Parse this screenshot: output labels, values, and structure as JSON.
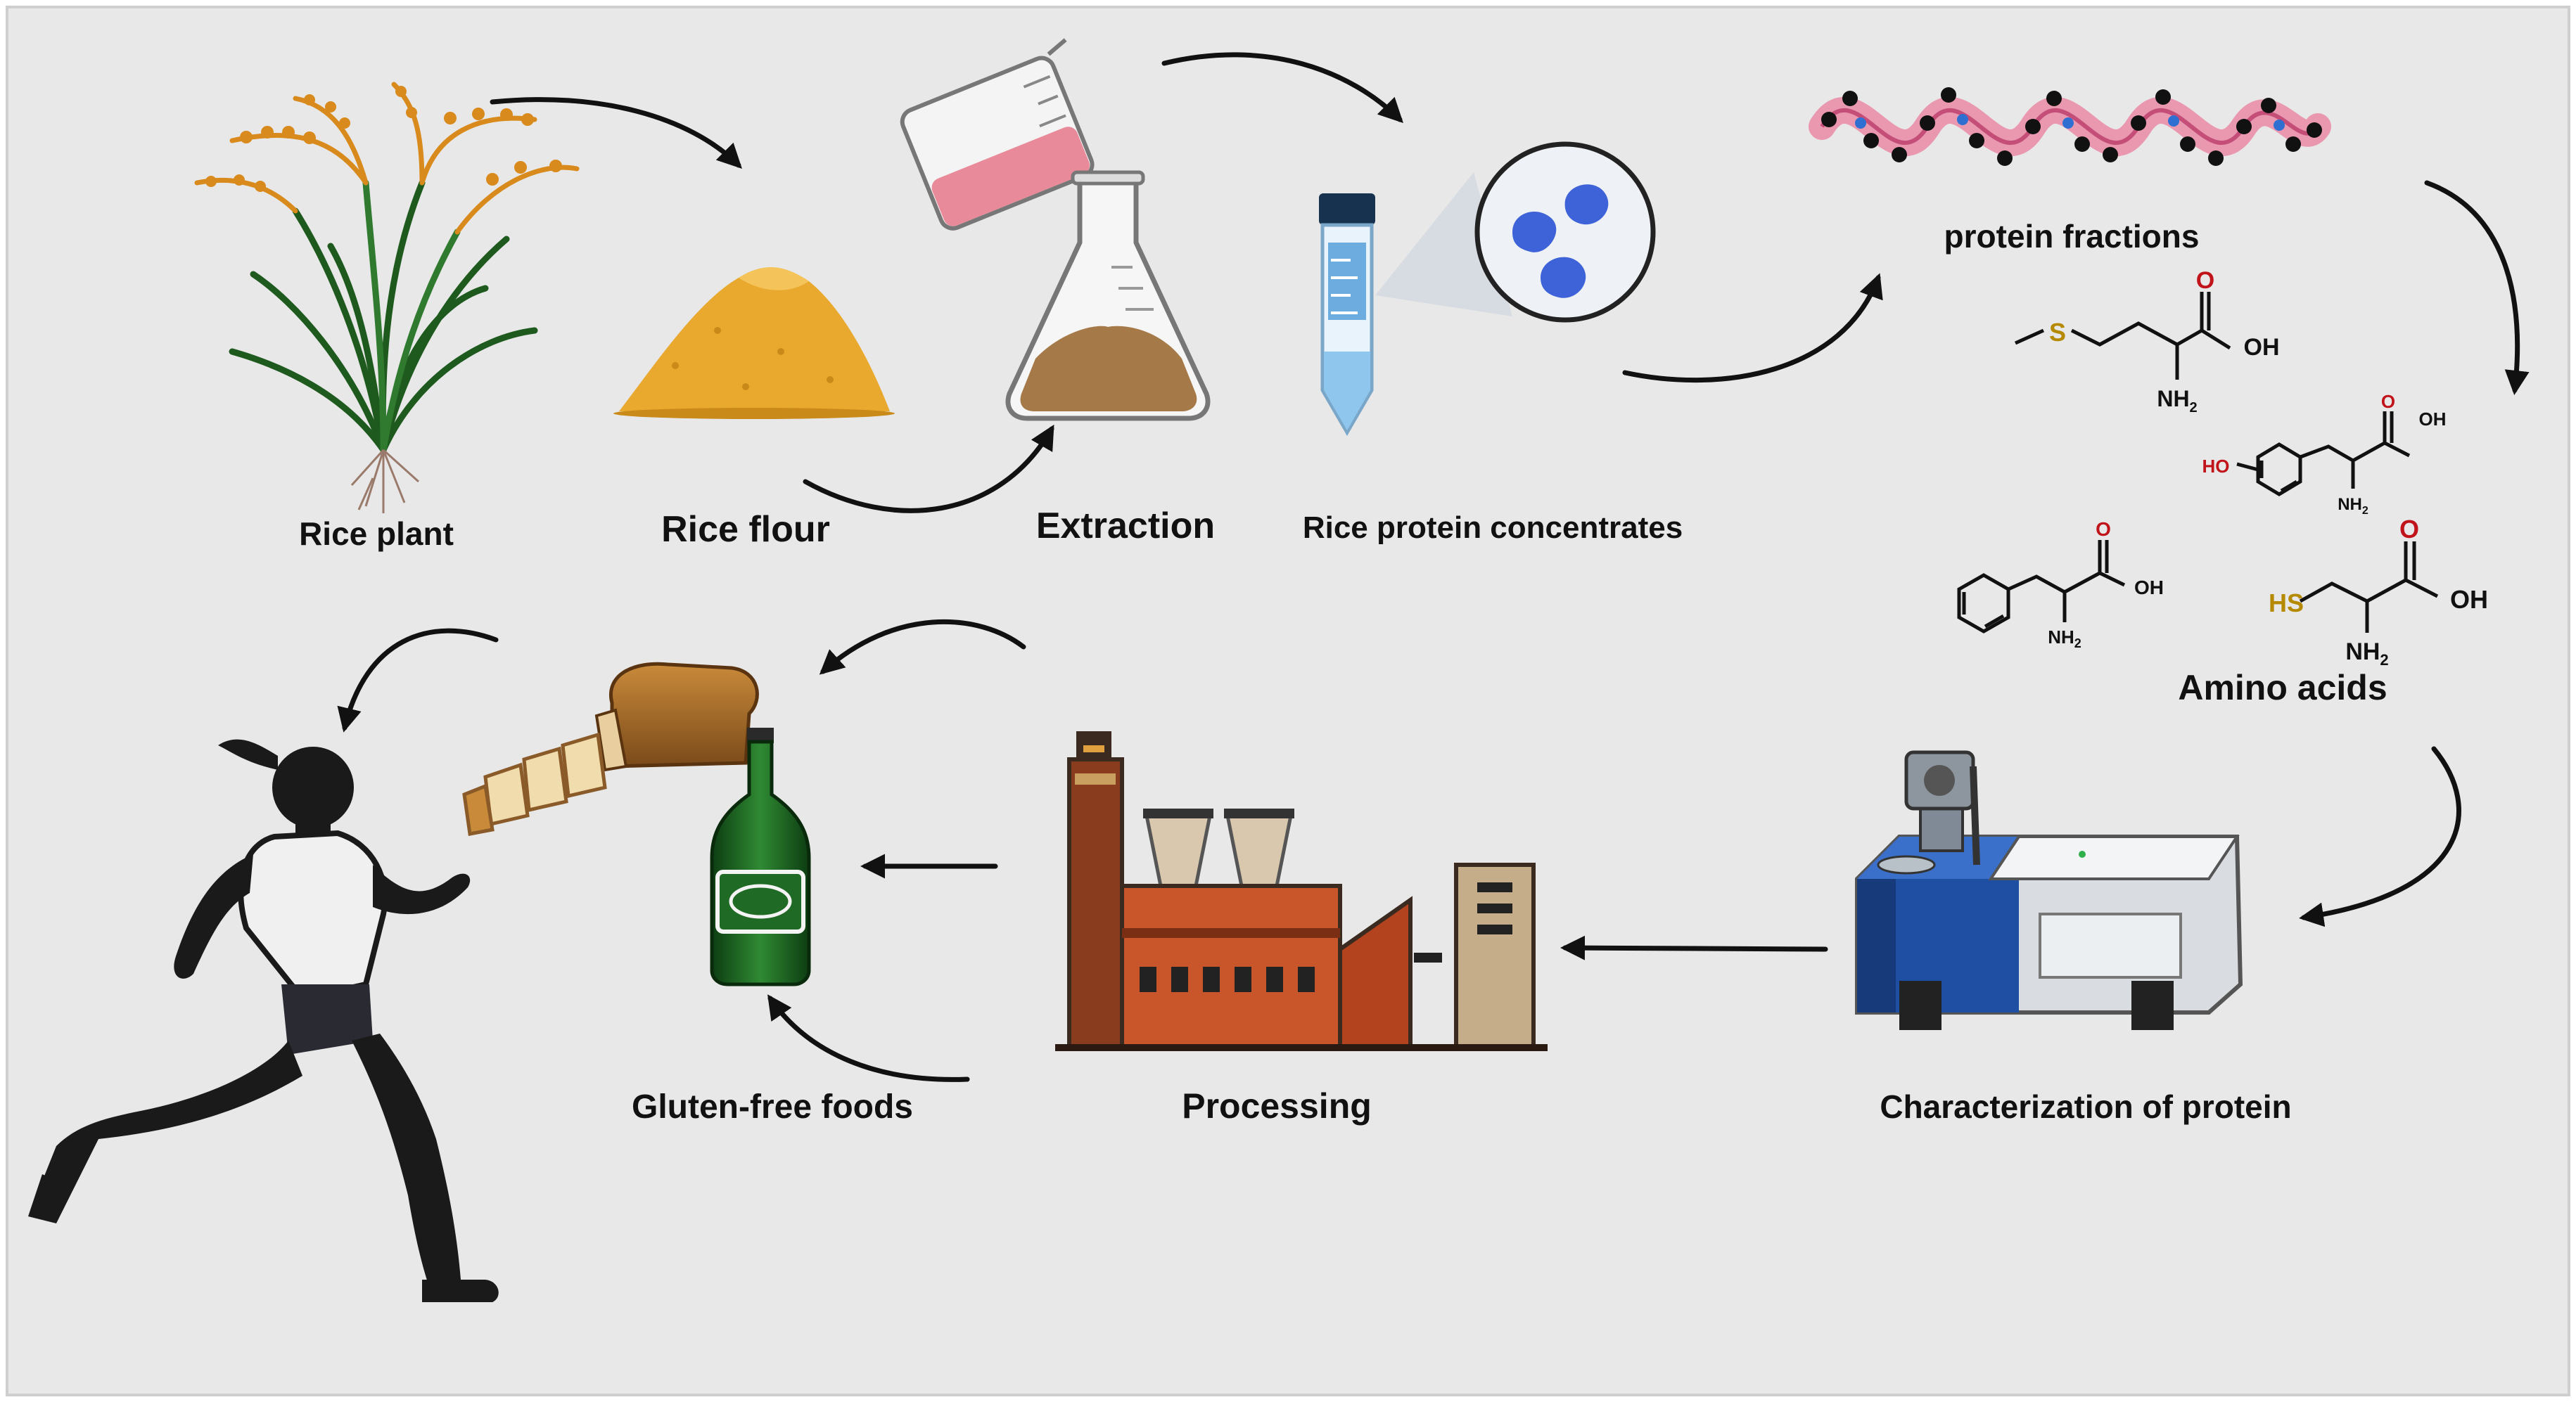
{
  "labels": {
    "rice_plant": "Rice plant",
    "rice_flour": "Rice flour",
    "extraction": "Extraction",
    "rice_protein_concentrates": "Rice protein concentrates",
    "protein_fractions": "protein fractions",
    "amino_acids": "Amino acids",
    "characterization": "Characterization of protein",
    "processing": "Processing",
    "gluten_free_foods": "Gluten-free foods"
  },
  "chem": {
    "oh": "OH",
    "nh2": "NH",
    "sub2": "2",
    "s": "S",
    "ho": "HO",
    "hs": "HS",
    "o": "O"
  },
  "colors": {
    "background": "#e8e8e8",
    "frame": "#ffffff",
    "arrow": "#111111",
    "oxygen": "#c0141a",
    "nitrogen": "#1b3fa8",
    "sulfur": "#b58a00"
  }
}
